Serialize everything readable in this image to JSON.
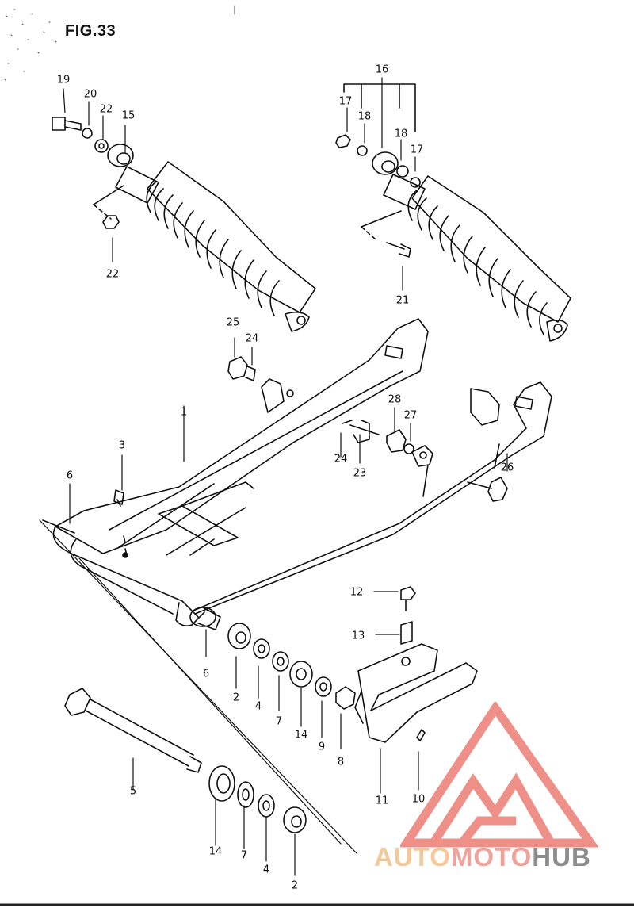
{
  "figure": {
    "title": "FIG.33"
  },
  "watermark": {
    "part1": "AUTO",
    "part2": "MOTO",
    "part3": "HUB",
    "colors": {
      "auto": "#f5c89a",
      "moto": "#f0a29c",
      "hub": "#8c8c8c",
      "logo": "#ee8f88"
    }
  },
  "callouts": [
    {
      "id": "c19",
      "text": "19"
    },
    {
      "id": "c20",
      "text": "20"
    },
    {
      "id": "c22a",
      "text": "22"
    },
    {
      "id": "c15",
      "text": "15"
    },
    {
      "id": "c22b",
      "text": "22"
    },
    {
      "id": "c16",
      "text": "16"
    },
    {
      "id": "c17a",
      "text": "17"
    },
    {
      "id": "c18a",
      "text": "18"
    },
    {
      "id": "c18b",
      "text": "18"
    },
    {
      "id": "c17b",
      "text": "17"
    },
    {
      "id": "c21",
      "text": "21"
    },
    {
      "id": "c25",
      "text": "25"
    },
    {
      "id": "c24a",
      "text": "24"
    },
    {
      "id": "c1",
      "text": "1"
    },
    {
      "id": "c28",
      "text": "28"
    },
    {
      "id": "c27",
      "text": "27"
    },
    {
      "id": "c24b",
      "text": "24"
    },
    {
      "id": "c23",
      "text": "23"
    },
    {
      "id": "c3",
      "text": "3"
    },
    {
      "id": "c26",
      "text": "26"
    },
    {
      "id": "c6a",
      "text": "6"
    },
    {
      "id": "c12",
      "text": "12"
    },
    {
      "id": "c13",
      "text": "13"
    },
    {
      "id": "c6b",
      "text": "6"
    },
    {
      "id": "c2a",
      "text": "2"
    },
    {
      "id": "c4a",
      "text": "4"
    },
    {
      "id": "c7a",
      "text": "7"
    },
    {
      "id": "c14a",
      "text": "14"
    },
    {
      "id": "c9",
      "text": "9"
    },
    {
      "id": "c8",
      "text": "8"
    },
    {
      "id": "c11",
      "text": "11"
    },
    {
      "id": "c10",
      "text": "10"
    },
    {
      "id": "c5",
      "text": "5"
    },
    {
      "id": "c14b",
      "text": "14"
    },
    {
      "id": "c7b",
      "text": "7"
    },
    {
      "id": "c4b",
      "text": "4"
    },
    {
      "id": "c2b",
      "text": "2"
    }
  ]
}
